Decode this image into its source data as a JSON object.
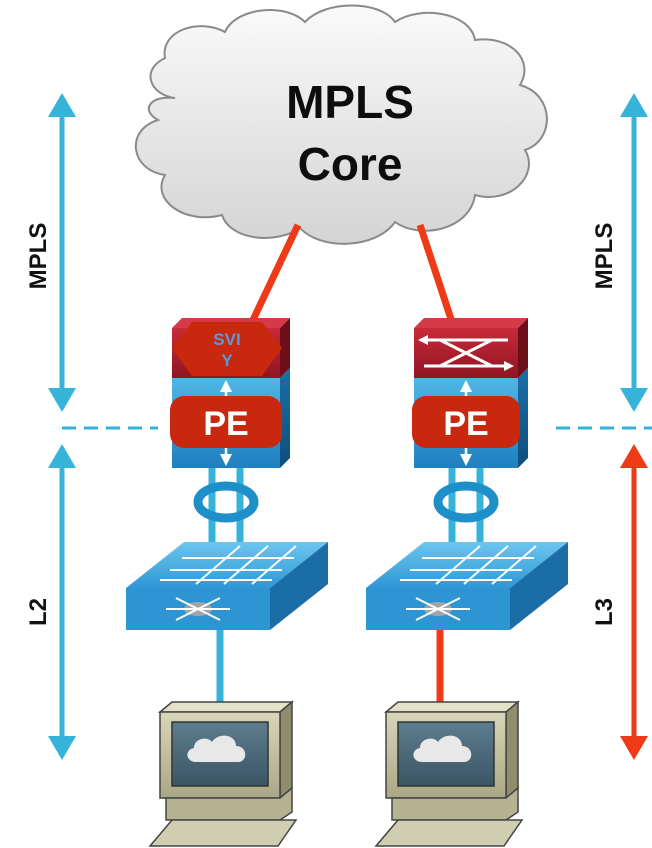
{
  "cloud": {
    "line1": "MPLS",
    "line2": "Core"
  },
  "left_axis": {
    "upper_label": "MPLS",
    "lower_label": "L2"
  },
  "right_axis": {
    "upper_label": "MPLS",
    "lower_label": "L3"
  },
  "left_pe": {
    "label": "PE",
    "badge_line1": "SVI",
    "badge_line2": "Y"
  },
  "right_pe": {
    "label": "PE"
  },
  "colors": {
    "l2_link": "#36b3d9",
    "l3_link": "#ee3a16",
    "mpls_link": "#ee3a16",
    "switch_blue": "#2e95d3",
    "router_red": "#b51f2d",
    "pe_badge": "#c8280e",
    "cloud_fill": "#e9e9e9"
  },
  "icons": [
    "cloud-icon",
    "router-icon",
    "switch-icon",
    "pc-icon",
    "port-channel-icon",
    "double-arrow-icon"
  ]
}
